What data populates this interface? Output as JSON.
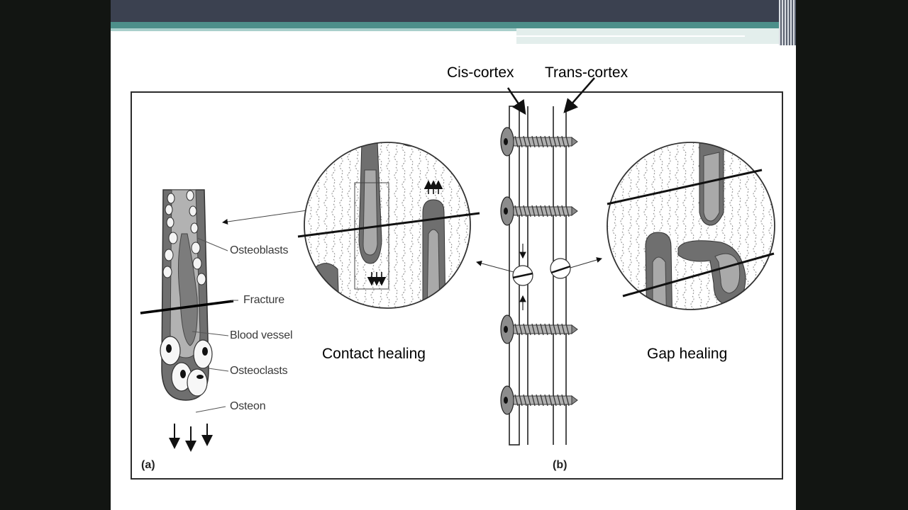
{
  "labels": {
    "cis_cortex": "Cis-cortex",
    "trans_cortex": "Trans-cortex",
    "contact_healing": "Contact healing",
    "gap_healing": "Gap healing",
    "osteoblasts": "Osteoblasts",
    "fracture": "Fracture",
    "blood_vessel": "Blood vessel",
    "osteoclasts": "Osteoclasts",
    "osteon": "Osteon",
    "panel_a": "(a)",
    "panel_b": "(b)"
  },
  "colors": {
    "frame_bg": "#121512",
    "header_dark": "#3b4150",
    "header_teal": "#4d8f8a",
    "bone_dark": "#6f6f6f",
    "bone_light": "#a9a9a9"
  }
}
